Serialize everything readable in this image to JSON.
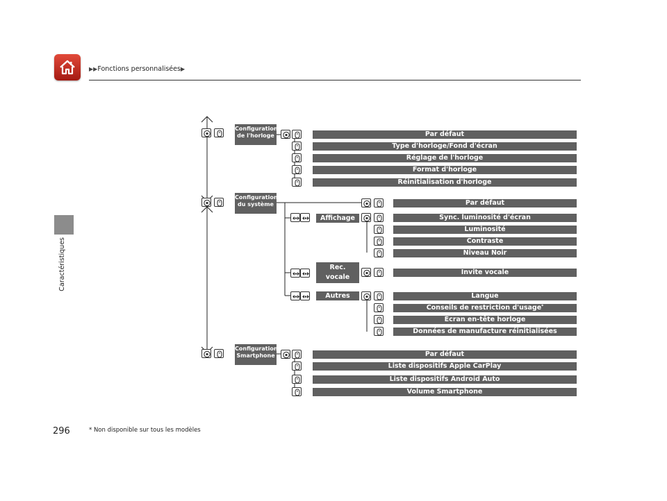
{
  "header": {
    "breadcrumb": "Fonctions personnalisées",
    "bc_arrow": "▶"
  },
  "sidebar": {
    "section_label": "Caractéristiques"
  },
  "page": {
    "number": "296"
  },
  "footnote": {
    "text": "* Non disponible sur tous les modèles"
  },
  "categories": {
    "horloge": "Configuration de l'horloge",
    "systeme": "Configurations du système",
    "smartphone": "Configurations Smartphone"
  },
  "subcategories": {
    "affichage": "Affichage",
    "rec_vocale": "Rec. vocale",
    "autres": "Autres"
  },
  "items": {
    "horloge": [
      "Par défaut",
      "Type d'horloge/Fond d'écran",
      "Réglage de l'horloge",
      "Format d'horloge",
      "Réinitialisation d'horloge"
    ],
    "systeme_defaut": "Par défaut",
    "affichage": [
      "Sync. luminosité d'écran",
      "Luminosité",
      "Contraste",
      "Niveau Noir"
    ],
    "rec_vocale": [
      "Invite vocale"
    ],
    "autres": [
      "Langue",
      "Conseils de restriction d'usage",
      "Écran en-tête horloge",
      "Données de manufacture réinitialisées"
    ],
    "autres_marker": "*",
    "smartphone": [
      "Par défaut",
      "Liste dispositifs Apple CarPlay",
      "Liste dispositifs Android Auto",
      "Volume Smartphone"
    ]
  },
  "colors": {
    "bar": "#606060",
    "home": "#c8291c",
    "sidebar_tab": "#8c8c8c"
  },
  "icons": {
    "home": "home-icon",
    "menu_button": "menu-button-icon",
    "select_dial": "select-dial-icon",
    "scroll_dial": "scroll-dial-icon"
  }
}
